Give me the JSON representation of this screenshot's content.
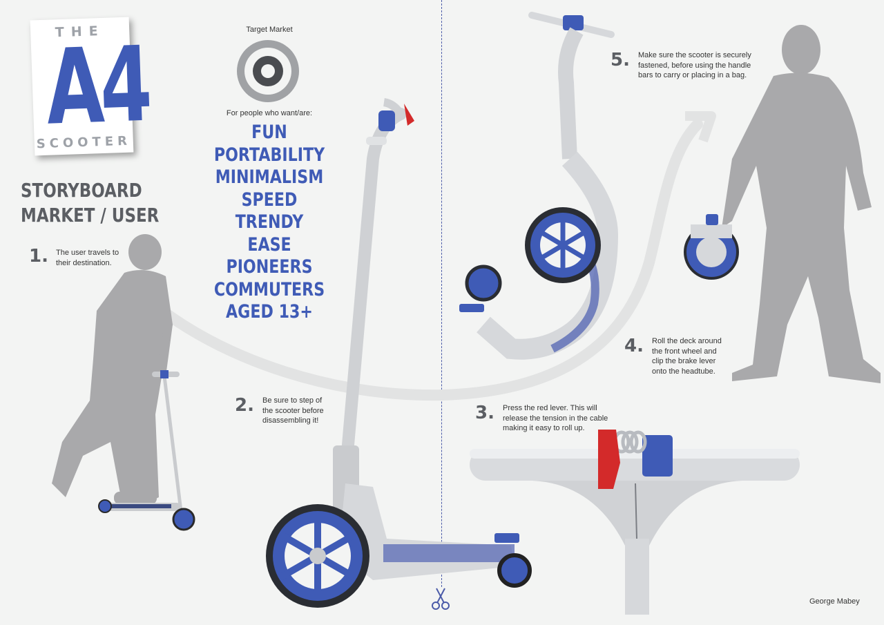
{
  "logo": {
    "top_text": "THE",
    "main_text": "A4",
    "bottom_text": "SCOOTER"
  },
  "storyboard": {
    "line1": "STORYBOARD",
    "line2": "MARKET / USER"
  },
  "target_market": {
    "label": "Target Market",
    "icon": "target-icon",
    "intro": "For people who want/are:",
    "items": [
      "FUN",
      "PORTABILITY",
      "MINIMALISM",
      "SPEED",
      "TRENDY",
      "EASE",
      "PIONEERS",
      "COMMUTERS",
      "AGED 13+"
    ]
  },
  "steps": [
    {
      "number": "1.",
      "lines": [
        "The user travels to",
        "their destination."
      ]
    },
    {
      "number": "2.",
      "lines": [
        "Be sure to step of",
        "the scooter before",
        "disassembling it!"
      ]
    },
    {
      "number": "3.",
      "lines": [
        "Press the red lever. This will",
        "release the tension in the cable",
        "making it easy to roll up."
      ]
    },
    {
      "number": "4.",
      "lines": [
        "Roll the deck around",
        "the front wheel and",
        "clip the brake lever",
        "onto the headtube."
      ]
    },
    {
      "number": "5.",
      "lines": [
        "Make sure the scooter is securely",
        "fastened, before using the handle",
        "bars to carry or placing in a bag."
      ]
    }
  ],
  "author": "George Mabey",
  "colors": {
    "brand_blue": "#3f5bb6",
    "text_grey": "#5b5e63",
    "silhouette": "#a9a9ab",
    "lever_red": "#d32a2a",
    "metal": "#d9dbde",
    "background": "#f3f4f3"
  },
  "icons": [
    "target-icon",
    "scissors-icon",
    "arrow-icon"
  ]
}
